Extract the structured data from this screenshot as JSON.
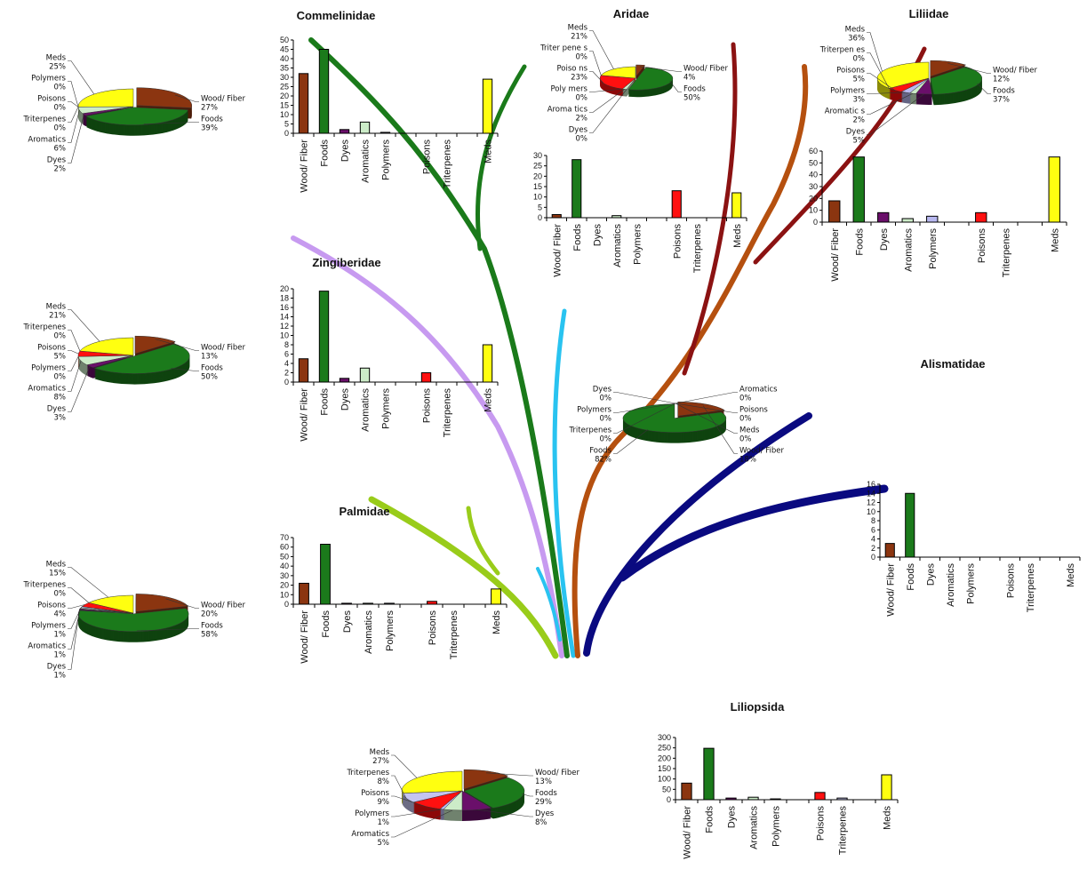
{
  "colors": {
    "Wood/ Fiber": "#8b3510",
    "Foods": "#1b7a1b",
    "Dyes": "#6a0f6a",
    "Aromatics": "#ccecc8",
    "Polymers": "#b8b8f0",
    "Poisons": "#ff1010",
    "Triterpenes": "#c4c4f0",
    "Meds": "#ffff10"
  },
  "branch_colors": {
    "commelinidae": "#1a7a1a",
    "zingiberidae": "#c79af0",
    "aridae": "#29c3f0",
    "liliidae_outer": "#b5500f",
    "liliidae_inner": "#8b1212",
    "alismatidae": "#0a0a80",
    "palmidae": "#99cc1a"
  },
  "chart_data": [
    {
      "type": "bar+pie",
      "title": "Commelinidae",
      "categories": [
        "Wood/ Fiber",
        "Foods",
        "Dyes",
        "Aromatics",
        "Polymers",
        "Poisons",
        "Triterpenes",
        "Meds"
      ],
      "values": [
        32,
        45,
        2,
        6,
        0.5,
        0,
        0,
        29
      ],
      "ylim": [
        0,
        50
      ],
      "yticks": [
        "0",
        "5",
        "10",
        "15",
        "20",
        "25",
        "30",
        "35",
        "40",
        "45",
        "50"
      ],
      "pie": {
        "labels": [
          "Wood/ Fiber",
          "Foods",
          "Dyes",
          "Aromatics",
          "Polymers",
          "Poisons",
          "Triterpenes",
          "Meds"
        ],
        "percents": [
          27,
          39,
          2,
          6,
          0,
          0,
          0,
          25
        ],
        "percent_text": [
          "27%",
          "39%",
          "2%",
          "6%",
          "0%",
          "0%",
          "0%",
          "25%"
        ]
      }
    },
    {
      "type": "bar+pie",
      "title": "Aridae",
      "categories": [
        "Wood/ Fiber",
        "Foods",
        "Dyes",
        "Aromatics",
        "Polymers",
        "Poisons",
        "Triterpenes",
        "Meds"
      ],
      "values": [
        1.5,
        28,
        0,
        1,
        0,
        13,
        0,
        12
      ],
      "ylim": [
        0,
        30
      ],
      "yticks": [
        "0",
        "5",
        "10",
        "15",
        "20",
        "25",
        "30"
      ],
      "pie": {
        "labels": [
          "Wood/ Fiber",
          "Foods",
          "Dyes",
          "Aroma tics",
          "Poly mers",
          "Poiso ns",
          "Triter pene s",
          "Meds"
        ],
        "percents": [
          4,
          50,
          0,
          2,
          0,
          23,
          0,
          21
        ],
        "percent_text": [
          "4%",
          "50%",
          "0%",
          "2%",
          "0%",
          "23%",
          "0%",
          "21%"
        ]
      }
    },
    {
      "type": "bar+pie",
      "title": "Liliidae",
      "categories": [
        "Wood/ Fiber",
        "Foods",
        "Dyes",
        "Aromatics",
        "Polymers",
        "Poisons",
        "Triterpenes",
        "Meds"
      ],
      "values": [
        18,
        55,
        8,
        3,
        5,
        8,
        0,
        55
      ],
      "ylim": [
        0,
        60
      ],
      "yticks": [
        "0",
        "10",
        "20",
        "30",
        "40",
        "50",
        "60"
      ],
      "pie": {
        "labels": [
          "Wood/ Fiber",
          "Foods",
          "Dyes",
          "Aromatic s",
          "Polymers",
          "Poisons",
          "Triterpen es",
          "Meds"
        ],
        "percents": [
          12,
          37,
          5,
          2,
          3,
          5,
          0,
          36
        ],
        "percent_text": [
          "12%",
          "37%",
          "5%",
          "2%",
          "3%",
          "5%",
          "0%",
          "36%"
        ]
      }
    },
    {
      "type": "bar+pie",
      "title": "Zingiberidae",
      "categories": [
        "Wood/ Fiber",
        "Foods",
        "Dyes",
        "Aromatics",
        "Polymers",
        "Poisons",
        "Triterpenes",
        "Meds"
      ],
      "values": [
        5,
        19.5,
        0.8,
        3,
        0,
        2,
        0,
        8
      ],
      "ylim": [
        0,
        20
      ],
      "yticks": [
        "0",
        "2",
        "4",
        "6",
        "8",
        "10",
        "12",
        "14",
        "16",
        "18",
        "20"
      ],
      "pie": {
        "labels": [
          "Wood/ Fiber",
          "Foods",
          "Dyes",
          "Aromatics",
          "Polymers",
          "Poisons",
          "Triterpenes",
          "Meds"
        ],
        "percents": [
          13,
          50,
          3,
          8,
          0,
          5,
          0,
          21
        ],
        "percent_text": [
          "13%",
          "50%",
          "3%",
          "8%",
          "0%",
          "5%",
          "0%",
          "21%"
        ]
      }
    },
    {
      "type": "bar+pie",
      "title": "Alismatidae",
      "categories": [
        "Wood/ Fiber",
        "Foods",
        "Dyes",
        "Aromatics",
        "Polymers",
        "Poisons",
        "Triterpenes",
        "Meds"
      ],
      "values": [
        3,
        14,
        0,
        0,
        0,
        0,
        0,
        0
      ],
      "ylim": [
        0,
        16
      ],
      "yticks": [
        "0",
        "2",
        "4",
        "6",
        "8",
        "10",
        "12",
        "14",
        "16"
      ],
      "pie": {
        "labels": [
          "Wood/ Fiber",
          "Foods",
          "Dyes",
          "Aromatics",
          "Polymers",
          "Poisons",
          "Triterpenes",
          "Meds"
        ],
        "percents": [
          18,
          82,
          0,
          0,
          0,
          0,
          0,
          0
        ],
        "percent_text": [
          "18%",
          "82%",
          "0%",
          "0%",
          "0%",
          "0%",
          "0%",
          "0%"
        ]
      }
    },
    {
      "type": "bar+pie",
      "title": "Palmidae",
      "categories": [
        "Wood/ Fiber",
        "Foods",
        "Dyes",
        "Aromatics",
        "Polymers",
        "Poisons",
        "Triterpenes",
        "Meds"
      ],
      "values": [
        22,
        63,
        1,
        1,
        1,
        3,
        0,
        16
      ],
      "ylim": [
        0,
        70
      ],
      "yticks": [
        "0",
        "10",
        "20",
        "30",
        "40",
        "50",
        "60",
        "70"
      ],
      "pie": {
        "labels": [
          "Wood/ Fiber",
          "Foods",
          "Dyes",
          "Aromatics",
          "Polymers",
          "Poisons",
          "Triterpenes",
          "Meds"
        ],
        "percents": [
          20,
          58,
          1,
          1,
          1,
          4,
          0,
          15
        ],
        "percent_text": [
          "20%",
          "58%",
          "1%",
          "1%",
          "1%",
          "4%",
          "0%",
          "15%"
        ]
      }
    },
    {
      "type": "bar+pie",
      "title": "Liliopsida",
      "categories": [
        "Wood/ Fiber",
        "Foods",
        "Dyes",
        "Aromatics",
        "Polymers",
        "Poisons",
        "Triterpenes",
        "Meds"
      ],
      "values": [
        80,
        248,
        8,
        12,
        4,
        35,
        8,
        120
      ],
      "ylim": [
        0,
        300
      ],
      "yticks": [
        "0",
        "50",
        "100",
        "150",
        "200",
        "250",
        "300"
      ],
      "pie": {
        "labels": [
          "Wood/ Fiber",
          "Foods",
          "Dyes",
          "Aromatics",
          "Polymers",
          "Poisons",
          "Triterpenes",
          "Meds"
        ],
        "percents": [
          13,
          29,
          8,
          5,
          1,
          9,
          8,
          27
        ],
        "percent_text": [
          "13%",
          "29%",
          "8%",
          "5%",
          "1%",
          "9%",
          "8%",
          "27%"
        ]
      }
    }
  ]
}
